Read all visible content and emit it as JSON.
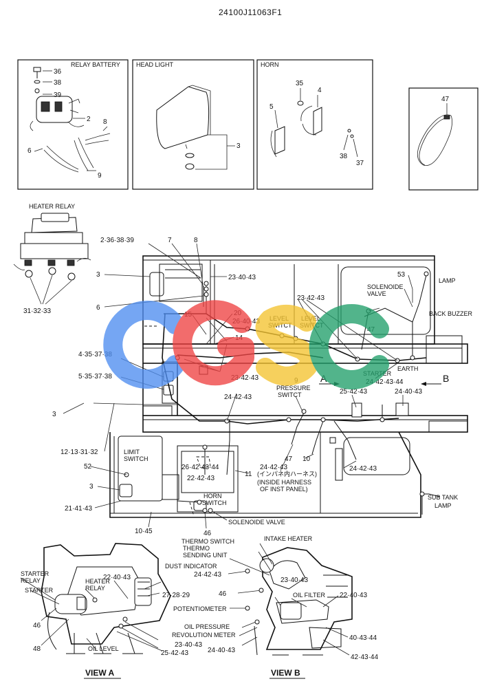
{
  "drawing_number": "24100J11063F1",
  "panels": {
    "relay_battery": {
      "title": "RELAY BATTERY",
      "callouts": [
        "36",
        "38",
        "39",
        "2",
        "8",
        "6",
        "9"
      ]
    },
    "head_light": {
      "title": "HEAD LIGHT",
      "callouts": [
        "3"
      ]
    },
    "horn": {
      "title": "HORN",
      "callouts": [
        "35",
        "4",
        "5",
        "38",
        "37"
      ]
    },
    "misc": {
      "callouts": [
        "47"
      ]
    }
  },
  "heater_relay": {
    "title": "HEATER RELAY",
    "callout": "31·32·33"
  },
  "main_labels": {
    "c_2_36_38_39": "2·36·38·39",
    "c_7": "7",
    "c_8": "8",
    "c_3a": "3",
    "c_23_40_43a": "23·40·43",
    "c_6": "6",
    "c_15": "15",
    "c_20": "20",
    "c_26_40_43": "26·40·43",
    "c_14": "14",
    "level_switch_1": "LEVEL",
    "level_switch_1b": "SWITCT",
    "level_switch_2": "LEVEL",
    "level_switch_2b": "SWITCT",
    "c_23_42_43a": "23·42·43",
    "c_53": "53",
    "lamp_top": "LAMP",
    "solenoide_valve_top": "SOLENOIDE",
    "solenoide_valve_top_b": "VALVE",
    "back_buzzer": "BACK BUZZER",
    "c_47a": "47",
    "c_4_35_37_38": "4·35·37·38",
    "c_5_35_37_38": "5·35·37·38",
    "c_23_42_43b": "23·42·43",
    "starter": "STARTER",
    "earth": "EARTH",
    "c_24_42_43_44a": "24·42·43·44",
    "mark_a": "A",
    "mark_b": "B",
    "c_9": "9",
    "pressure_switch": "PRESSURE",
    "pressure_switch_b": "SWITCT",
    "c_25_42_43a": "25·42·43",
    "c_24_40_43": "24·40·43",
    "c_3b": "3",
    "c_24_42_43a": "24·42·43",
    "c_12_13_31_32": "12·13·31·32",
    "limit_switch": "LIMIT",
    "limit_switch_b": "SWITCH",
    "c_52": "52",
    "c_26_42_43_44": "26·42·43·44",
    "c_22_42_43": "22·42·43",
    "c_11": "11",
    "c_47b": "47",
    "c_10": "10",
    "c_24_42_43b": "24·42·43",
    "inside_harness_jp": "(インパネ内ハーネス)",
    "inside_harness_1": "(INSIDE HARNESS",
    "inside_harness_2": "OF INST PANEL)",
    "c_24_42_43c": "24·42·43",
    "c_3c": "3",
    "c_21_41_43": "21·41·43",
    "horn_switch": "HORN",
    "horn_switch_b": "SWITCH",
    "sub_tank_lamp": "SUB TANK",
    "sub_tank_lamp_b": "LAMP",
    "c_10_45": "10·45",
    "solenoide_valve_bottom": "SOLENOIDE VALVE",
    "c_46a": "46"
  },
  "view_labels": {
    "thermo_switch": "THERMO SWITCH",
    "thermo_sending_unit": "THERMO",
    "thermo_sending_unit_b": "SENDING UNIT",
    "intake_heater": "INTAKE HEATER",
    "dust_indicator": "DUST INDICATOR",
    "starter_relay": "STARTER",
    "starter_relay_b": "RELAY",
    "heater_relay": "HEATER",
    "heater_relay_b": "RELAY",
    "starter": "STARTER",
    "c_22_40_43a": "22·40·43",
    "c_24_42_43": "24·42·43",
    "c_23_40_43a": "23·40·43",
    "c_27_28_29": "27·28·29",
    "c_46b": "46",
    "oil_filter": "OIL FILTER",
    "c_22_40_43b": "22·40·43",
    "potentiometer": "POTENTIOMETER",
    "oil_pressure": "OIL PRESSURE",
    "revolution_meter": "REVOLUTION METER",
    "c_46c": "46",
    "c_48": "48",
    "oil_level": "OIL LEVEL",
    "c_23_40_43b": "23·40·43",
    "c_25_42_43": "25·42·43",
    "c_24_40_43": "24·40·43",
    "c_40_43_44": "40·43·44",
    "c_42_43_44": "42·43·44",
    "view_a": "VIEW A",
    "view_b": "VIEW B"
  },
  "watermark": {
    "text": "CGSC",
    "colors": [
      "#4f8ef0",
      "#ef4444",
      "#f4c430",
      "#22a06b"
    ]
  }
}
